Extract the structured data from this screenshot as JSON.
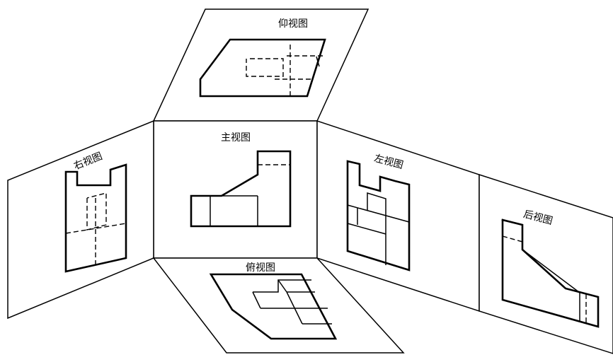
{
  "views": {
    "bottom": "仰视图",
    "front": "主视图",
    "right": "右视图",
    "left": "左视图",
    "back": "后视图",
    "top": "俯视图"
  }
}
